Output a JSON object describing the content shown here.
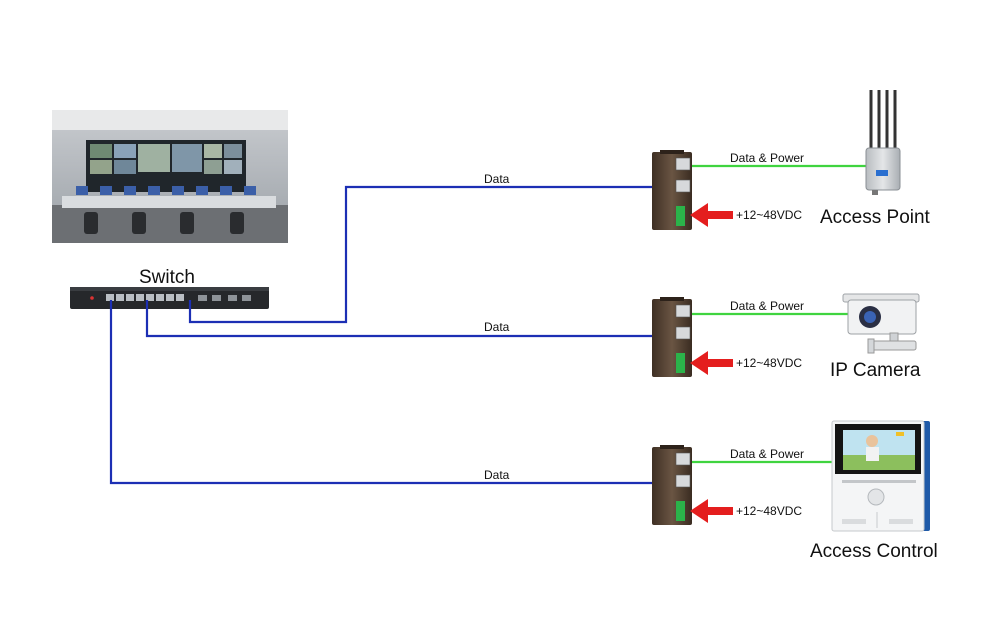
{
  "switch": {
    "label": "Switch"
  },
  "links": [
    {
      "data_label": "Data",
      "power_label": "Data & Power",
      "input_label": "+12~48VDC",
      "device_label": "Access Point"
    },
    {
      "data_label": "Data",
      "power_label": "Data & Power",
      "input_label": "+12~48VDC",
      "device_label": "IP Camera"
    },
    {
      "data_label": "Data",
      "power_label": "Data & Power",
      "input_label": "+12~48VDC",
      "device_label": "Access Control"
    }
  ],
  "colors": {
    "data_line": "#1c2fb4",
    "power_line": "#3fd43f",
    "arrow": "#e41e1e",
    "injector": "#5a4636"
  },
  "icons": [
    "control-room-photo",
    "network-switch",
    "poe-injector",
    "wireless-access-point",
    "ip-camera",
    "video-intercom-panel"
  ]
}
